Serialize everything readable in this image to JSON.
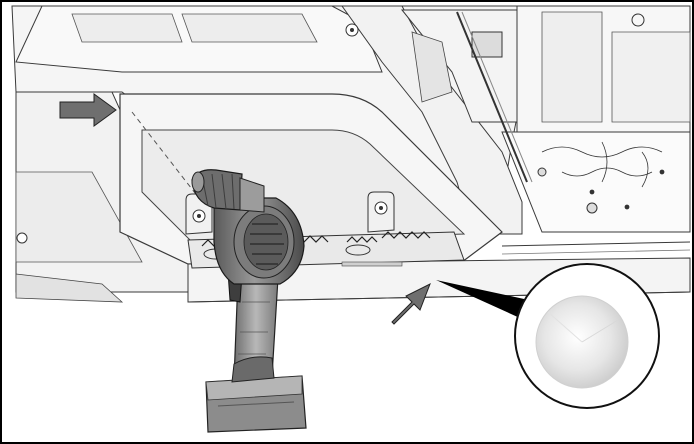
{
  "figure": {
    "type": "technical-illustration",
    "subject": "cordless-drill-at-rocker-panel",
    "callout_arrows": 2,
    "detail_view": "fastener-head-closeup",
    "colors": {
      "frame": "#000000",
      "background": "#ffffff",
      "body_panel": "#f3f3f3",
      "recess": "#e9e9e9",
      "drill_dark": "#4b4b4b",
      "drill_mid": "#8a8a8a",
      "drill_light": "#bdbdbd",
      "arrow": "#6f6f6f",
      "line": "#3a3a3a"
    }
  }
}
